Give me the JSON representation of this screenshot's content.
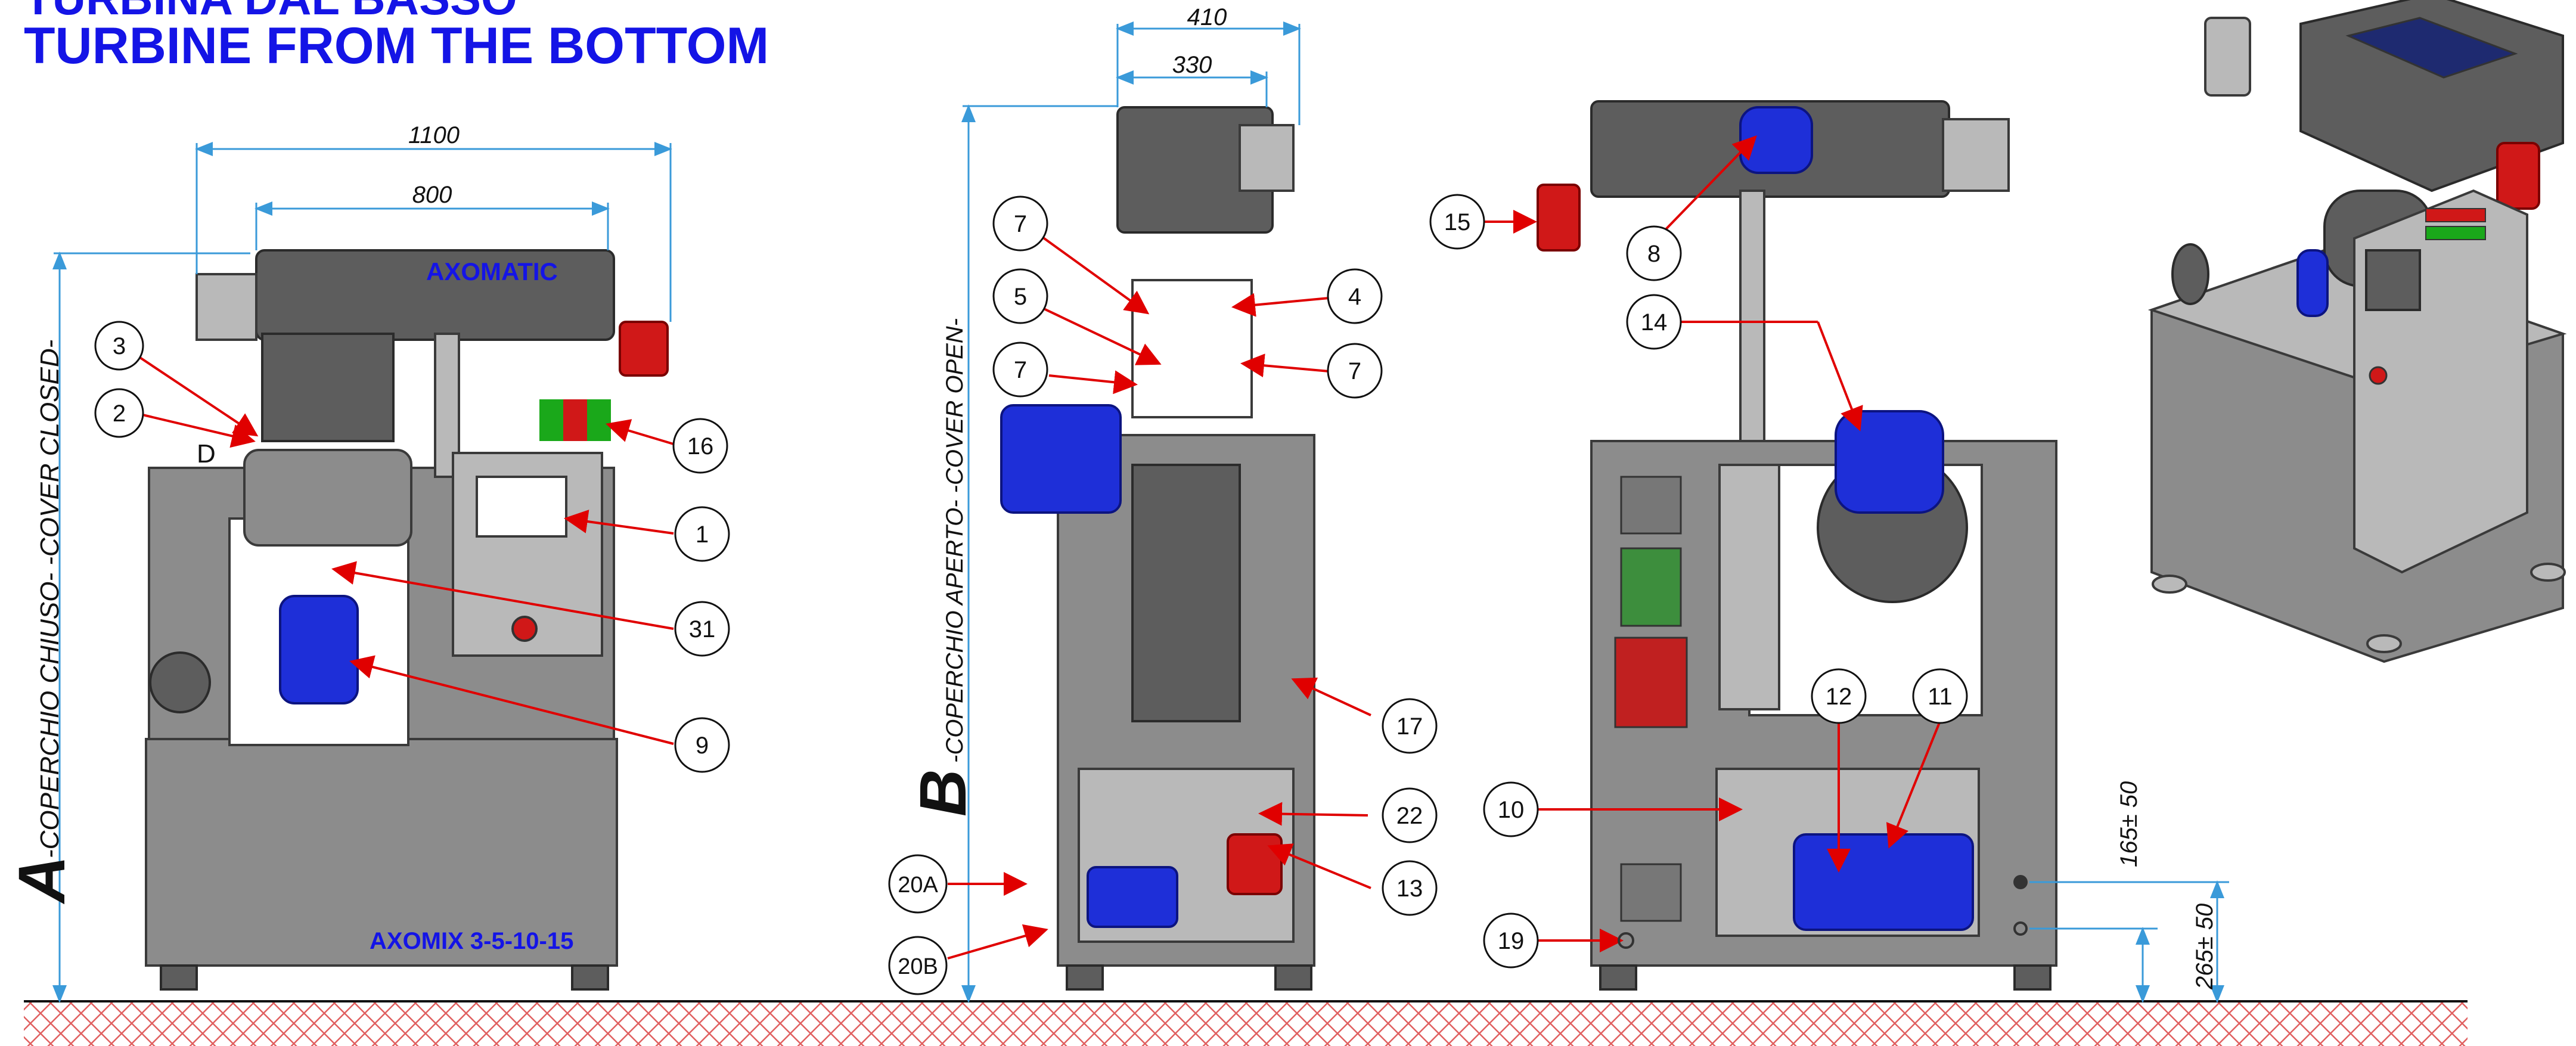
{
  "titles": {
    "line1": "TURBINA DAL BASSO",
    "line2": "TURBINE FROM THE BOTTOM"
  },
  "colors": {
    "title_blue": "#1414e6",
    "dimension_line": "#3a9ad9",
    "leader_red": "#e00000",
    "machine_gray": "#8c8c8c",
    "motor_blue": "#1e2fd8",
    "hatch": "#e06060"
  },
  "views": {
    "a": {
      "letter": "A",
      "caption": "-COPERCHIO CHIUSO- -COVER CLOSED-",
      "brand_top": "AXOMATIC",
      "brand_bottom": "AXOMIX 3-5-10-15",
      "section_marker": "D",
      "dim_outer": "1100",
      "dim_inner": "800"
    },
    "b": {
      "letter": "B",
      "caption": "-COPERCHIO APERTO- -COVER OPEN-",
      "dim_outer": "410",
      "dim_inner": "330"
    },
    "right": {
      "dim_upper": "165± 50",
      "dim_lower": "265± 50"
    }
  },
  "callouts": {
    "a": [
      "3",
      "2",
      "16",
      "1",
      "31",
      "9"
    ],
    "b": [
      "7",
      "5",
      "7",
      "4",
      "7",
      "17",
      "22",
      "13",
      "20A",
      "20B"
    ],
    "c": [
      "15",
      "8",
      "14",
      "12",
      "11",
      "10",
      "19"
    ]
  }
}
